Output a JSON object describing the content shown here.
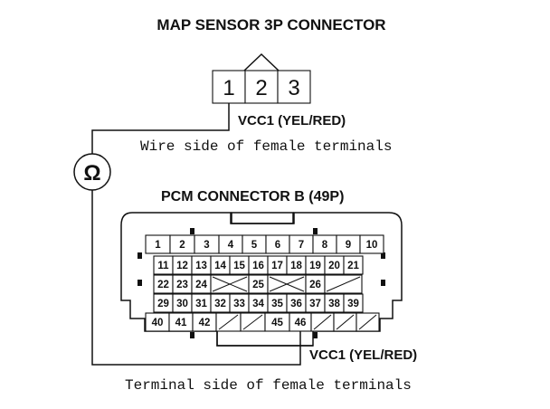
{
  "labels": {
    "map_title": "MAP SENSOR 3P CONNECTOR",
    "map_wire_label": "VCC1 (YEL/RED)",
    "map_side_note": "Wire side of female terminals",
    "pcm_title": "PCM CONNECTOR B (49P)",
    "pcm_wire_label": "VCC1 (YEL/RED)",
    "pcm_side_note": "Terminal side of female terminals",
    "ohm_symbol": "Ω"
  },
  "map_terminals": [
    "1",
    "2",
    "3"
  ],
  "pcm_rows": [
    [
      "1",
      "2",
      "3",
      "4",
      "5",
      "6",
      "7",
      "8",
      "9",
      "10"
    ],
    [
      "11",
      "12",
      "13",
      "14",
      "15",
      "16",
      "17",
      "18",
      "19",
      "20",
      "21"
    ],
    [
      "22",
      "23",
      "24",
      "",
      "25",
      "",
      "26",
      ""
    ],
    [
      "29",
      "30",
      "31",
      "32",
      "33",
      "34",
      "35",
      "36",
      "37",
      "38",
      "39"
    ],
    [
      "40",
      "41",
      "42",
      "",
      "",
      "45",
      "46",
      "",
      "",
      ""
    ]
  ]
}
